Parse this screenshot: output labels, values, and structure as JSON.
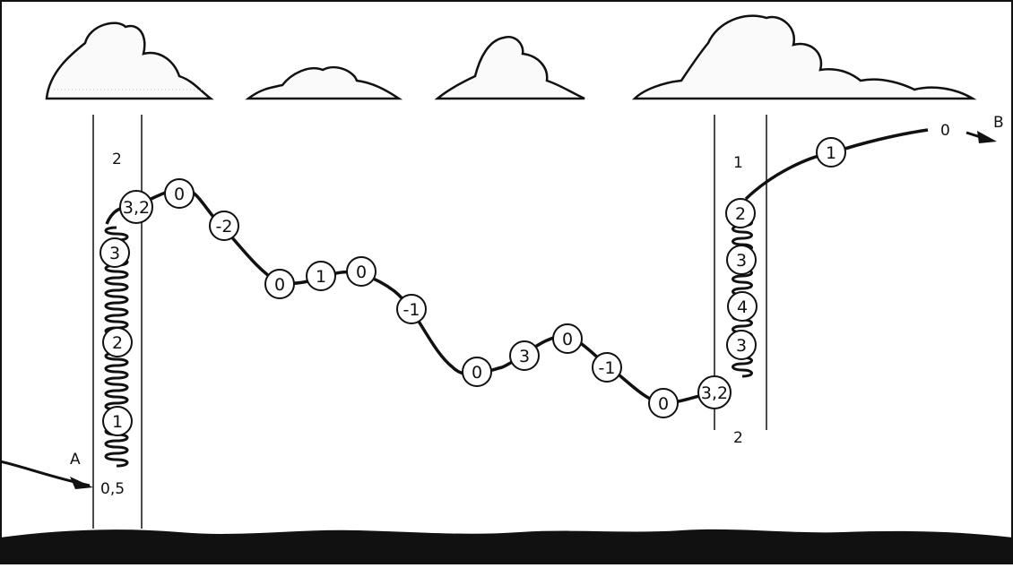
{
  "diagram": {
    "start_label": "A",
    "end_label": "B",
    "start_value": "0,5",
    "end_value": "0",
    "left_column_top_label": "2",
    "right_column_top_label": "1",
    "right_column_bottom_label": "2",
    "path_badges": [
      "1",
      "2",
      "3",
      "3,2",
      "0",
      "-2",
      "0",
      "1",
      "0",
      "-1",
      "0",
      "3",
      "0",
      "-1",
      "0",
      "3,2",
      "3",
      "4",
      "3",
      "2",
      "1"
    ],
    "cloud_count": 4
  }
}
